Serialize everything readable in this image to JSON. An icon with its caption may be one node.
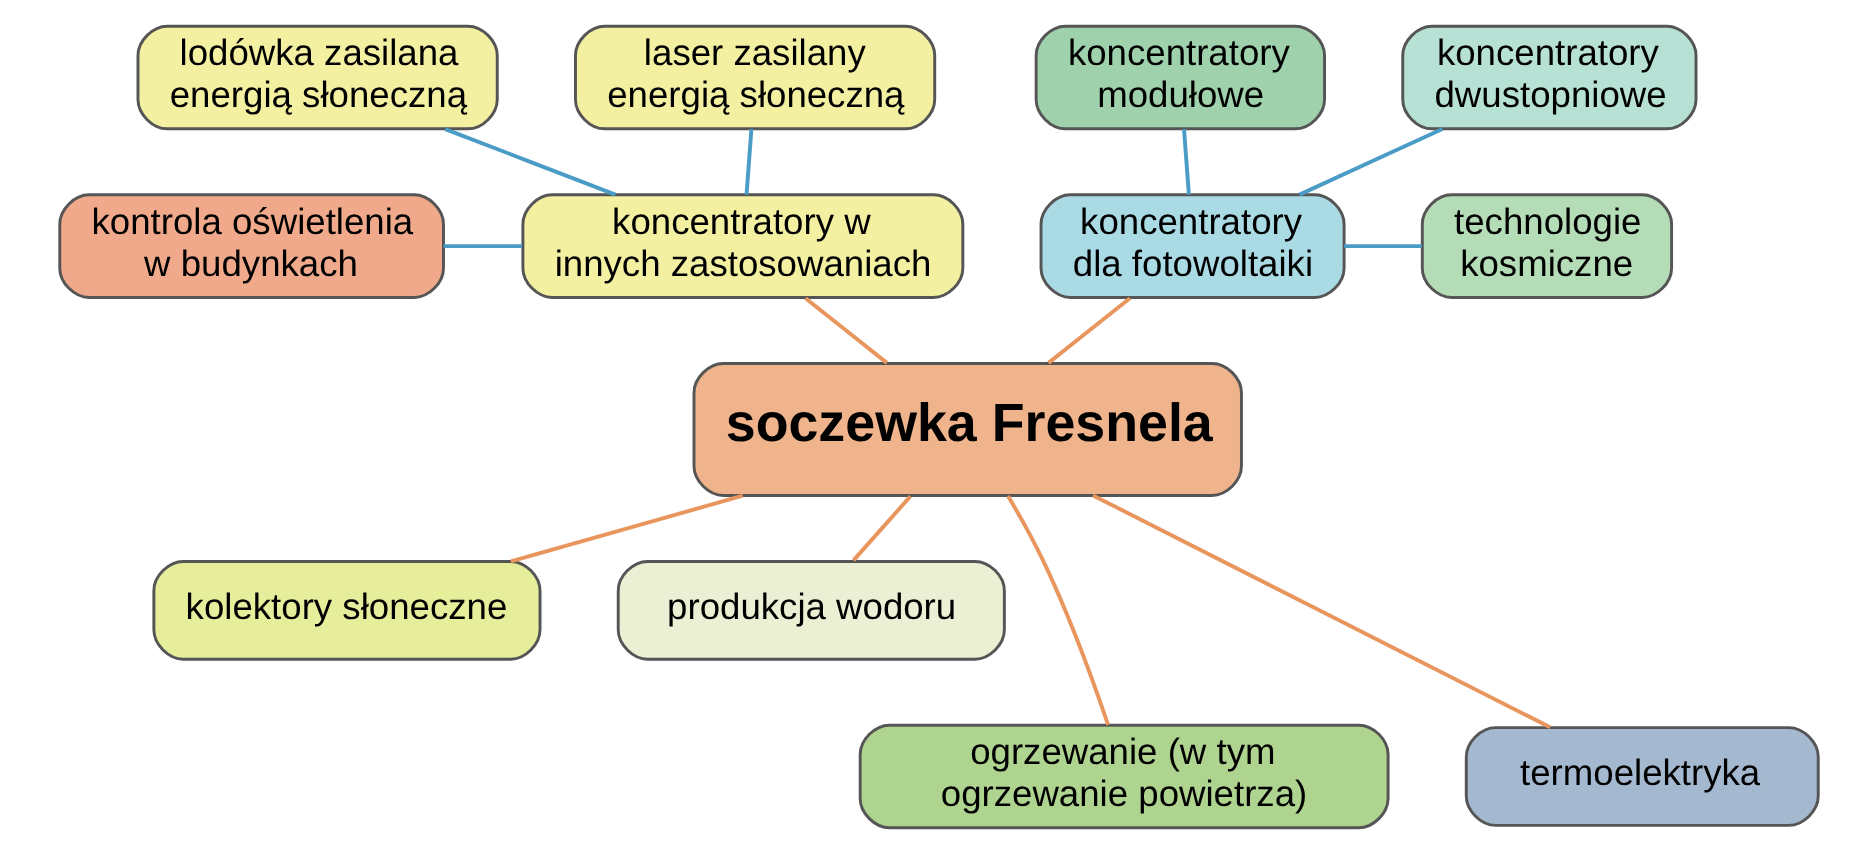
{
  "diagram": {
    "nodes": [
      {
        "text": [
          "lodówka zasilana energią słoneczną"
        ]
      },
      {
        "text": [
          "laser zasilany energią słoneczną"
        ]
      },
      {
        "text": [
          "koncentratory modułowe"
        ]
      },
      {
        "text": [
          "koncentratory dwustopniowe"
        ]
      },
      {
        "text": [
          "kontrola oświetlenia w budynkach"
        ]
      },
      {
        "text": [
          "koncentratory w innych zastosowaniach"
        ]
      },
      {
        "text": [
          "koncentratory dla fotowoltaiki"
        ]
      },
      {
        "text": [
          "technologie kosmiczne"
        ]
      },
      {
        "text": [
          "soczewka Fresnela"
        ]
      },
      {
        "text": [
          "kolektory słoneczne"
        ]
      },
      {
        "text": [
          "produkcja wodoru"
        ]
      },
      {
        "text": [
          "ogrzewanie (w tym ogrzewanie powietrza)"
        ]
      },
      {
        "text": [
          "termoelektryka"
        ]
      }
    ],
    "edges": [
      {
        "from": 0,
        "to": 5,
        "arrow": "none",
        "color": "#4a9cc7"
      },
      {
        "from": 1,
        "to": 5,
        "arrow": "none",
        "color": "#4a9cc7"
      },
      {
        "from": 4,
        "to": 5,
        "arrow": "none",
        "color": "#4a9cc7"
      },
      {
        "from": 2,
        "to": 6,
        "arrow": "none",
        "color": "#4a9cc7"
      },
      {
        "from": 3,
        "to": 6,
        "arrow": "none",
        "color": "#4a9cc7"
      },
      {
        "from": 6,
        "to": 7,
        "arrow": "none",
        "color": "#4a9cc7"
      },
      {
        "from": 5,
        "to": 8,
        "arrow": "none",
        "color": "#e8955e"
      },
      {
        "from": 6,
        "to": 8,
        "arrow": "none",
        "color": "#e8955e"
      },
      {
        "from": 8,
        "to": 9,
        "arrow": "none",
        "color": "#e8955e"
      },
      {
        "from": 8,
        "to": 10,
        "arrow": "none",
        "color": "#e8955e"
      },
      {
        "from": 8,
        "to": 11,
        "arrow": "none",
        "color": "#e8955e"
      },
      {
        "from": 8,
        "to": 12,
        "arrow": "none",
        "color": "#e8955e"
      }
    ]
  }
}
